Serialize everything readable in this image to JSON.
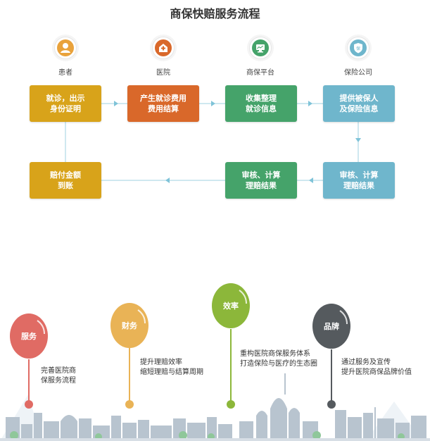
{
  "title": "商保快赔服务流程",
  "parties": [
    {
      "label": "患者",
      "icon": "patient-icon"
    },
    {
      "label": "医院",
      "icon": "hospital-icon"
    },
    {
      "label": "商保平台",
      "icon": "monitor-icon"
    },
    {
      "label": "保险公司",
      "icon": "shield-icon"
    }
  ],
  "steps": [
    {
      "text": "就诊，出示\n身份证明",
      "color": "#d8a31a"
    },
    {
      "text": "产生就诊费用\n费用结算",
      "color": "#d9682a"
    },
    {
      "text": "收集整理\n就诊信息",
      "color": "#45a36a"
    },
    {
      "text": "提供被保人\n及保险信息",
      "color": "#6fb6cc"
    },
    {
      "text": "审核、计算\n理赔结果",
      "color": "#6fb6cc"
    },
    {
      "text": "审核、计算\n理赔结果",
      "color": "#45a36a"
    },
    {
      "text": "赔付金额\n到账",
      "color": "#d8a31a"
    }
  ],
  "balloons": [
    {
      "label": "服务",
      "color": "#e06b64",
      "desc": "完善医院商\n保服务流程"
    },
    {
      "label": "财务",
      "color": "#e9b356",
      "desc": "提升理赔效率\n缩短理赔与结算周期"
    },
    {
      "label": "效率",
      "color": "#8cb73a",
      "desc": "重构医院商保服务体系\n打造保险与医疗的生态圈"
    },
    {
      "label": "品牌",
      "color": "#555a5e",
      "desc": "通过服务及宣传\n提升医院商保品牌价值"
    }
  ]
}
